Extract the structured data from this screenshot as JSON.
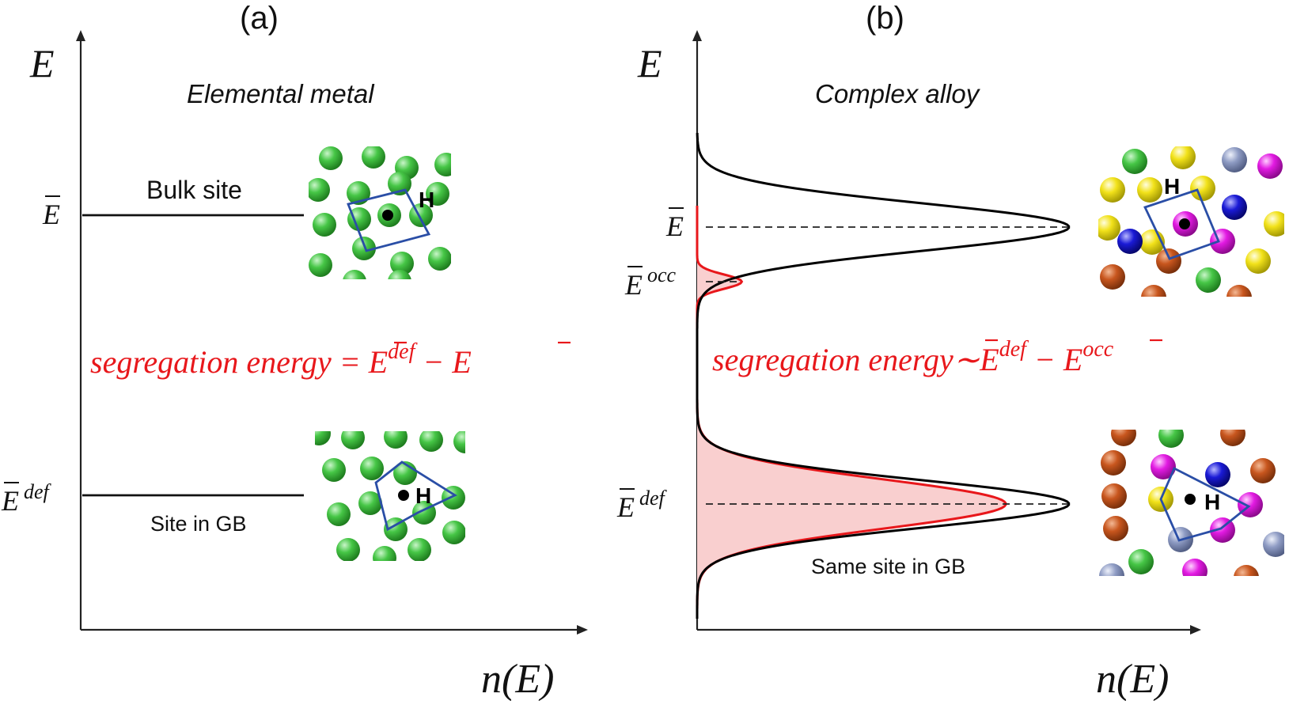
{
  "panels": {
    "a": {
      "label": "(a)",
      "y_axis": "E",
      "x_axis": "n(E)",
      "subtitle": "Elemental metal",
      "bulk_site": "Bulk site",
      "gb_site": "Site in GB",
      "e_bar": "E",
      "e_def": "E",
      "def_sup": "def",
      "h_label": "H",
      "seg_text": "segregation energy = ",
      "seg_minus": " − ",
      "seg_def_sup": "def"
    },
    "b": {
      "label": "(b)",
      "y_axis": "E",
      "x_axis": "n(E)",
      "subtitle": "Complex alloy",
      "gb_site": "Same site in GB",
      "e_bar": "E",
      "e_occ": "E",
      "occ_sup": "occ",
      "e_def": "E",
      "def_sup": "def",
      "h_label": "H",
      "seg_text": "segregation energy∼",
      "seg_minus": " − ",
      "seg_def_sup": "def",
      "seg_occ_sup": "occ"
    }
  },
  "colors": {
    "segregation_text": "#e8171b",
    "dos_total": "#000000",
    "dos_occupied": "#e8171b",
    "dos_fill": "#f9cfcf",
    "unit_cell": "#2a4ea6",
    "metal_atom": "#3fbf3f",
    "alloy_atoms": [
      "#3fbf3f",
      "#f2e21a",
      "#e21ae2",
      "#1a1ad6",
      "#c8561e",
      "#8f9cc4"
    ]
  },
  "chart_data": {
    "type": "area",
    "series": [
      {
        "peaks": [
          {
            "center": "E",
            "relative_height": 1.0
          },
          {
            "center": "E_def",
            "relative_height": 1.0
          }
        ]
      },
      {
        "peaks": [
          {
            "center": "E_occ",
            "relative_height": 0.12
          },
          {
            "center": "E_def",
            "relative_height": 0.83
          }
        ]
      }
    ]
  }
}
